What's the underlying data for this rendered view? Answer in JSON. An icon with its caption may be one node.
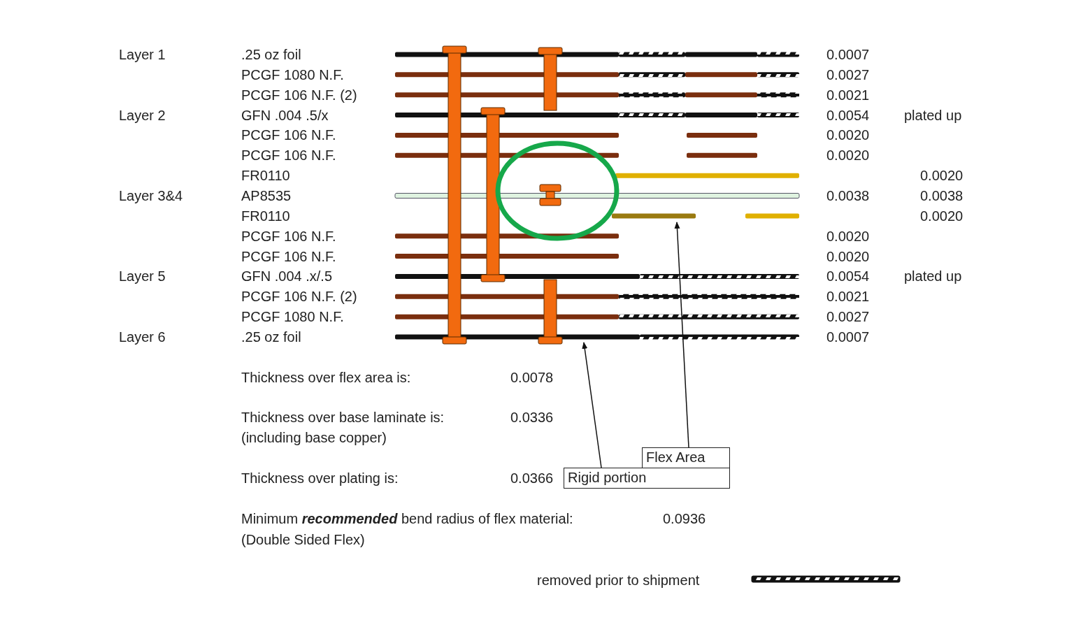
{
  "diagram": {
    "nodes": [
      {
        "text": [
          "Flex Area"
        ]
      },
      {
        "text": [
          "Rigid portion"
        ]
      }
    ],
    "edges": [
      {
        "from": 0,
        "to": null,
        "arrow": "to"
      },
      {
        "from": 1,
        "to": null,
        "arrow": "to"
      }
    ],
    "labels": [
      "Layer 1",
      ".25 oz foil",
      "0.0007",
      "PCGF 1080 N.F.",
      "0.0027",
      "PCGF 106 N.F. (2)",
      "0.0021",
      "Layer 2",
      "GFN .004 .5/x",
      "0.0054",
      "plated up",
      "PCGF 106 N.F.",
      "0.0020",
      "PCGF 106 N.F.",
      "0.0020",
      "FR0110",
      "0.0020",
      "Layer 3&4",
      "AP8535",
      "0.0038",
      "0.0038",
      "FR0110",
      "0.0020",
      "PCGF 106 N.F.",
      "0.0020",
      "PCGF 106 N.F.",
      "0.0020",
      "Layer 5",
      "GFN .004 .x/.5",
      "0.0054",
      "plated up",
      "PCGF 106 N.F. (2)",
      "0.0021",
      "PCGF 1080 N.F.",
      "0.0027",
      "Layer 6",
      ".25 oz foil",
      "0.0007",
      "Thickness over flex area is:",
      "0.0078",
      "Thickness over base laminate is:",
      "(including base copper)",
      "0.0336",
      "Thickness over plating is:",
      "0.0366",
      "Minimum **recommended** bend radius of flex material:",
      "0.0936",
      "(Double Sided Flex)"
    ],
    "legend": [
      {
        "text": "removed prior to shipment"
      }
    ]
  }
}
